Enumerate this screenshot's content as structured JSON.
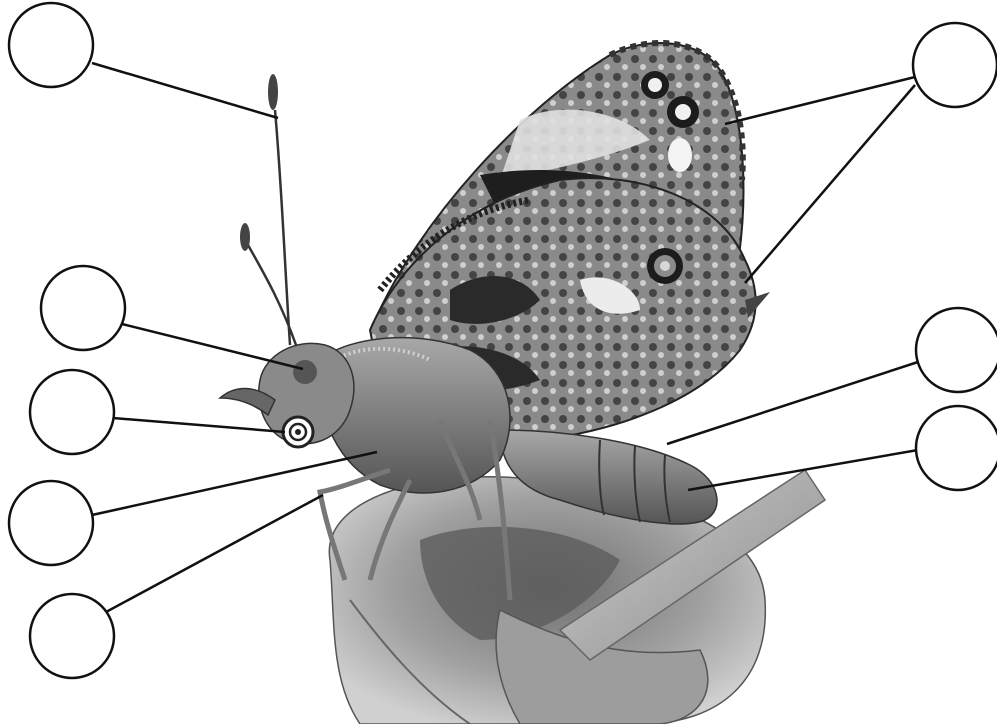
{
  "diagram": {
    "subject": "butterfly-side-view",
    "label_circles": [
      {
        "id": "antenna",
        "text": ""
      },
      {
        "id": "wings",
        "text": ""
      },
      {
        "id": "compound-eye",
        "text": ""
      },
      {
        "id": "proboscis",
        "text": ""
      },
      {
        "id": "thorax",
        "text": ""
      },
      {
        "id": "leg",
        "text": ""
      },
      {
        "id": "abdomen",
        "text": ""
      },
      {
        "id": "abdomen-segments",
        "text": ""
      }
    ],
    "colors": {
      "ink": "#111111",
      "wing_dark": "#2e2e2e",
      "wing_mid": "#7a7a7a",
      "wing_light": "#d8d8d8",
      "body": "#8c8c8c",
      "flower": "#9a9a9a"
    }
  }
}
